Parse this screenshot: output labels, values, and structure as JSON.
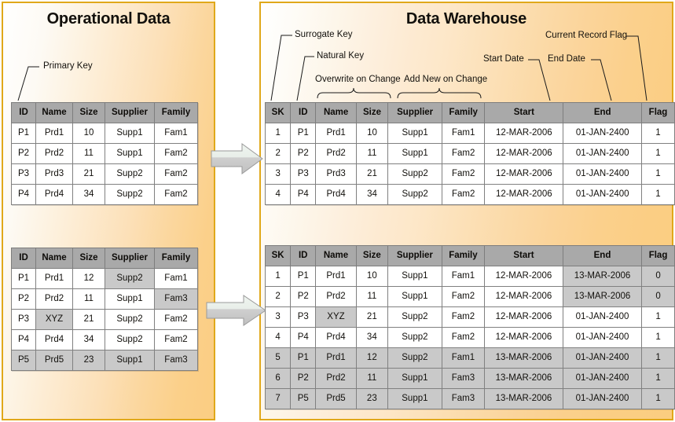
{
  "panels": {
    "operational": {
      "title": "Operational Data"
    },
    "warehouse": {
      "title": "Data Warehouse"
    }
  },
  "annotations": {
    "primary_key": "Primary Key",
    "surrogate_key": "Surrogate Key",
    "natural_key": "Natural Key",
    "overwrite_on_change": "Overwrite on Change",
    "add_new_on_change": "Add New on Change",
    "start_date": "Start Date",
    "end_date": "End Date",
    "current_record_flag": "Current Record Flag"
  },
  "colors": {
    "panel_border": "#e0a81a",
    "panel_fill_light": "#ffffff",
    "panel_fill_dark": "#fbcd80",
    "header_gray": "#a9a9a9",
    "highlight_gray": "#c9c9c9",
    "grid_line": "#808080",
    "arrow_fill": "#c7c7c7",
    "text": "#12100c"
  },
  "tables": {
    "operational_before": {
      "name": "operational-source-initial",
      "columns": [
        "ID",
        "Name",
        "Size",
        "Supplier",
        "Family"
      ],
      "rows": [
        {
          "cells": [
            "P1",
            "Prd1",
            "10",
            "Supp1",
            "Fam1"
          ],
          "highlight": []
        },
        {
          "cells": [
            "P2",
            "Prd2",
            "11",
            "Supp1",
            "Fam2"
          ],
          "highlight": []
        },
        {
          "cells": [
            "P3",
            "Prd3",
            "21",
            "Supp2",
            "Fam2"
          ],
          "highlight": []
        },
        {
          "cells": [
            "P4",
            "Prd4",
            "34",
            "Supp2",
            "Fam2"
          ],
          "highlight": []
        }
      ]
    },
    "operational_after": {
      "name": "operational-source-changed",
      "columns": [
        "ID",
        "Name",
        "Size",
        "Supplier",
        "Family"
      ],
      "rows": [
        {
          "cells": [
            "P1",
            "Prd1",
            "12",
            "Supp2",
            "Fam1"
          ],
          "highlight": [
            3
          ]
        },
        {
          "cells": [
            "P2",
            "Prd2",
            "11",
            "Supp1",
            "Fam3"
          ],
          "highlight": [
            4
          ]
        },
        {
          "cells": [
            "P3",
            "XYZ",
            "21",
            "Supp2",
            "Fam2"
          ],
          "highlight": [
            1
          ]
        },
        {
          "cells": [
            "P4",
            "Prd4",
            "34",
            "Supp2",
            "Fam2"
          ],
          "highlight": []
        },
        {
          "cells": [
            "P5",
            "Prd5",
            "23",
            "Supp1",
            "Fam3"
          ],
          "highlight": [
            0,
            1,
            2,
            3,
            4
          ]
        }
      ]
    },
    "warehouse_before": {
      "name": "warehouse-dimension-initial",
      "columns": [
        "SK",
        "ID",
        "Name",
        "Size",
        "Supplier",
        "Family",
        "Start",
        "End",
        "Flag"
      ],
      "rows": [
        {
          "cells": [
            "1",
            "P1",
            "Prd1",
            "10",
            "Supp1",
            "Fam1",
            "12-MAR-2006",
            "01-JAN-2400",
            "1"
          ],
          "highlight": []
        },
        {
          "cells": [
            "2",
            "P2",
            "Prd2",
            "11",
            "Supp1",
            "Fam2",
            "12-MAR-2006",
            "01-JAN-2400",
            "1"
          ],
          "highlight": []
        },
        {
          "cells": [
            "3",
            "P3",
            "Prd3",
            "21",
            "Supp2",
            "Fam2",
            "12-MAR-2006",
            "01-JAN-2400",
            "1"
          ],
          "highlight": []
        },
        {
          "cells": [
            "4",
            "P4",
            "Prd4",
            "34",
            "Supp2",
            "Fam2",
            "12-MAR-2006",
            "01-JAN-2400",
            "1"
          ],
          "highlight": []
        }
      ]
    },
    "warehouse_after": {
      "name": "warehouse-dimension-updated",
      "columns": [
        "SK",
        "ID",
        "Name",
        "Size",
        "Supplier",
        "Family",
        "Start",
        "End",
        "Flag"
      ],
      "rows": [
        {
          "cells": [
            "1",
            "P1",
            "Prd1",
            "10",
            "Supp1",
            "Fam1",
            "12-MAR-2006",
            "13-MAR-2006",
            "0"
          ],
          "highlight": [
            7,
            8
          ]
        },
        {
          "cells": [
            "2",
            "P2",
            "Prd2",
            "11",
            "Supp1",
            "Fam2",
            "12-MAR-2006",
            "13-MAR-2006",
            "0"
          ],
          "highlight": [
            7,
            8
          ]
        },
        {
          "cells": [
            "3",
            "P3",
            "XYZ",
            "21",
            "Supp2",
            "Fam2",
            "12-MAR-2006",
            "01-JAN-2400",
            "1"
          ],
          "highlight": [
            2
          ]
        },
        {
          "cells": [
            "4",
            "P4",
            "Prd4",
            "34",
            "Supp2",
            "Fam2",
            "12-MAR-2006",
            "01-JAN-2400",
            "1"
          ],
          "highlight": []
        },
        {
          "cells": [
            "5",
            "P1",
            "Prd1",
            "12",
            "Supp2",
            "Fam1",
            "13-MAR-2006",
            "01-JAN-2400",
            "1"
          ],
          "highlight": [
            0,
            1,
            2,
            3,
            4,
            5,
            6,
            7,
            8
          ]
        },
        {
          "cells": [
            "6",
            "P2",
            "Prd2",
            "11",
            "Supp1",
            "Fam3",
            "13-MAR-2006",
            "01-JAN-2400",
            "1"
          ],
          "highlight": [
            0,
            1,
            2,
            3,
            4,
            5,
            6,
            7,
            8
          ]
        },
        {
          "cells": [
            "7",
            "P5",
            "Prd5",
            "23",
            "Supp1",
            "Fam3",
            "13-MAR-2006",
            "01-JAN-2400",
            "1"
          ],
          "highlight": [
            0,
            1,
            2,
            3,
            4,
            5,
            6,
            7,
            8
          ]
        }
      ]
    }
  }
}
